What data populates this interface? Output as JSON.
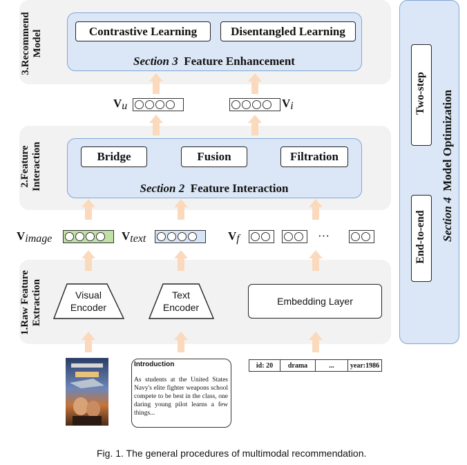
{
  "rows": {
    "recommend_model": "3.Recommend\nModel",
    "feature_interaction": "2.Feature\nInteraction",
    "raw_feature_extraction": "1.Raw Feature\nExtraction"
  },
  "section3": {
    "contrastive": "Contrastive Learning",
    "disentangled": "Disentangled Learning",
    "title_num": "Section 3",
    "title_text": "Feature Enhancement"
  },
  "user_item_vectors": {
    "vu_main": "V",
    "vu_sub": "u",
    "vi_main": "V",
    "vi_sub": "i"
  },
  "section2": {
    "bridge": "Bridge",
    "fusion": "Fusion",
    "filtration": "Filtration",
    "title_num": "Section 2",
    "title_text": "Feature Interaction"
  },
  "modal_vectors": {
    "vimage_main": "V",
    "vimage_sub": "image",
    "vtext_main": "V",
    "vtext_sub": "text",
    "vf_main": "V",
    "vf_sub": "f",
    "ellipsis": "···"
  },
  "encoders": {
    "visual": "Visual\nEncoder",
    "text": "Text\nEncoder",
    "embedding": "Embedding Layer"
  },
  "inputs": {
    "intro_title": "Introduction",
    "intro_body": "As students at the United States Navy's elite fighter weapons school compete to be best in the class, one daring young pilot learns a few things...",
    "cells": [
      "id: 20",
      "drama",
      "...",
      "year:1986"
    ]
  },
  "section4": {
    "two_step": "Two-step",
    "end_to_end": "End-to-end",
    "title_num": "Section 4",
    "title_text": "Model Optimization"
  },
  "caption": {
    "prefix": "Fig. 1.",
    "text": "The general procedures of multimodal recommendation."
  },
  "colors": {
    "band": "#f2f2f2",
    "section_fill": "#dbe7f6",
    "section_border": "#7fa6d6",
    "arrow": "#fbd9bd",
    "green_vec": "#bfe0a6",
    "blue_vec": "#d6e4f5"
  }
}
